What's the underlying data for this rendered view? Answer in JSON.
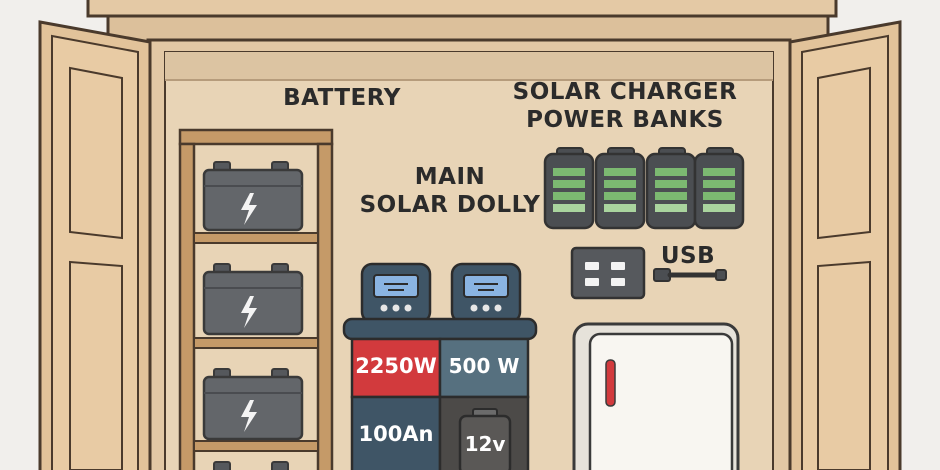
{
  "labels": {
    "battery": "BATTERY",
    "solar_charger_line1": "SOLAR CHARGER",
    "solar_charger_line2": "POWER BANKS",
    "main_line1": "MAIN",
    "main_line2": "SOLAR DOLLY",
    "usb": "USB"
  },
  "dolly": {
    "inverter_ac": "2250W",
    "solar_input": "500 W",
    "capacity": "100An",
    "battery_voltage": "12v"
  },
  "colors": {
    "background": "#f1efec",
    "shed_wood": "#e4c9a5",
    "back_wall": "#e8d4b6",
    "outline": "#4a3a2c",
    "battery_gray": "#63666a",
    "dolly_slate": "#3f5566",
    "dolly_red": "#d23a3d",
    "power_bank_green": "#7cb971",
    "fridge_white": "#f8f6f1"
  },
  "icons": [
    "lightning-bolt-icon",
    "usb-cable-icon",
    "outlet-icon"
  ]
}
